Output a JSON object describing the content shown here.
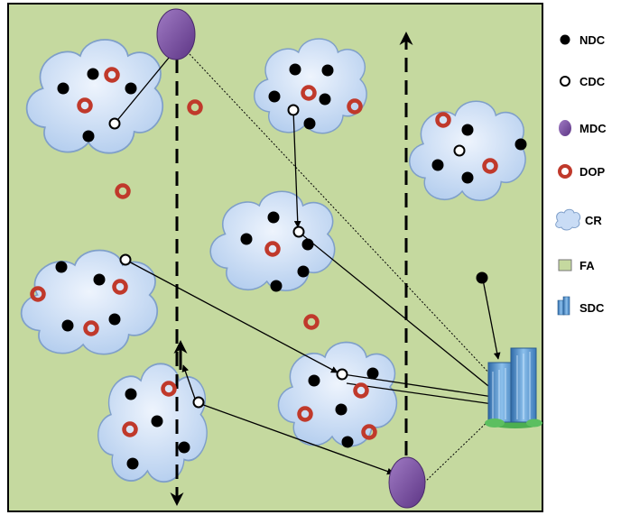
{
  "legend": [
    {
      "key": "ndc",
      "label": "NDC",
      "icon": "black-dot-icon"
    },
    {
      "key": "cdc",
      "label": "CDC",
      "icon": "white-dot-icon"
    },
    {
      "key": "mdc",
      "label": "MDC",
      "icon": "purple-ellipse-icon"
    },
    {
      "key": "dop",
      "label": "DOP",
      "icon": "red-ring-icon"
    },
    {
      "key": "cr",
      "label": "CR",
      "icon": "cloud-icon"
    },
    {
      "key": "fa",
      "label": "FA",
      "icon": "green-square-icon"
    },
    {
      "key": "sdc",
      "label": "SDC",
      "icon": "building-icon"
    }
  ],
  "colors": {
    "field": "#c5d99f",
    "cloud_fill": "#c9dcf5",
    "cloud_stroke": "#7f9fc9",
    "ndc": "#000000",
    "dop": "#c0392b",
    "mdc": "#7a4fa0",
    "building": "#4a86c8",
    "grass": "#4caf50"
  }
}
